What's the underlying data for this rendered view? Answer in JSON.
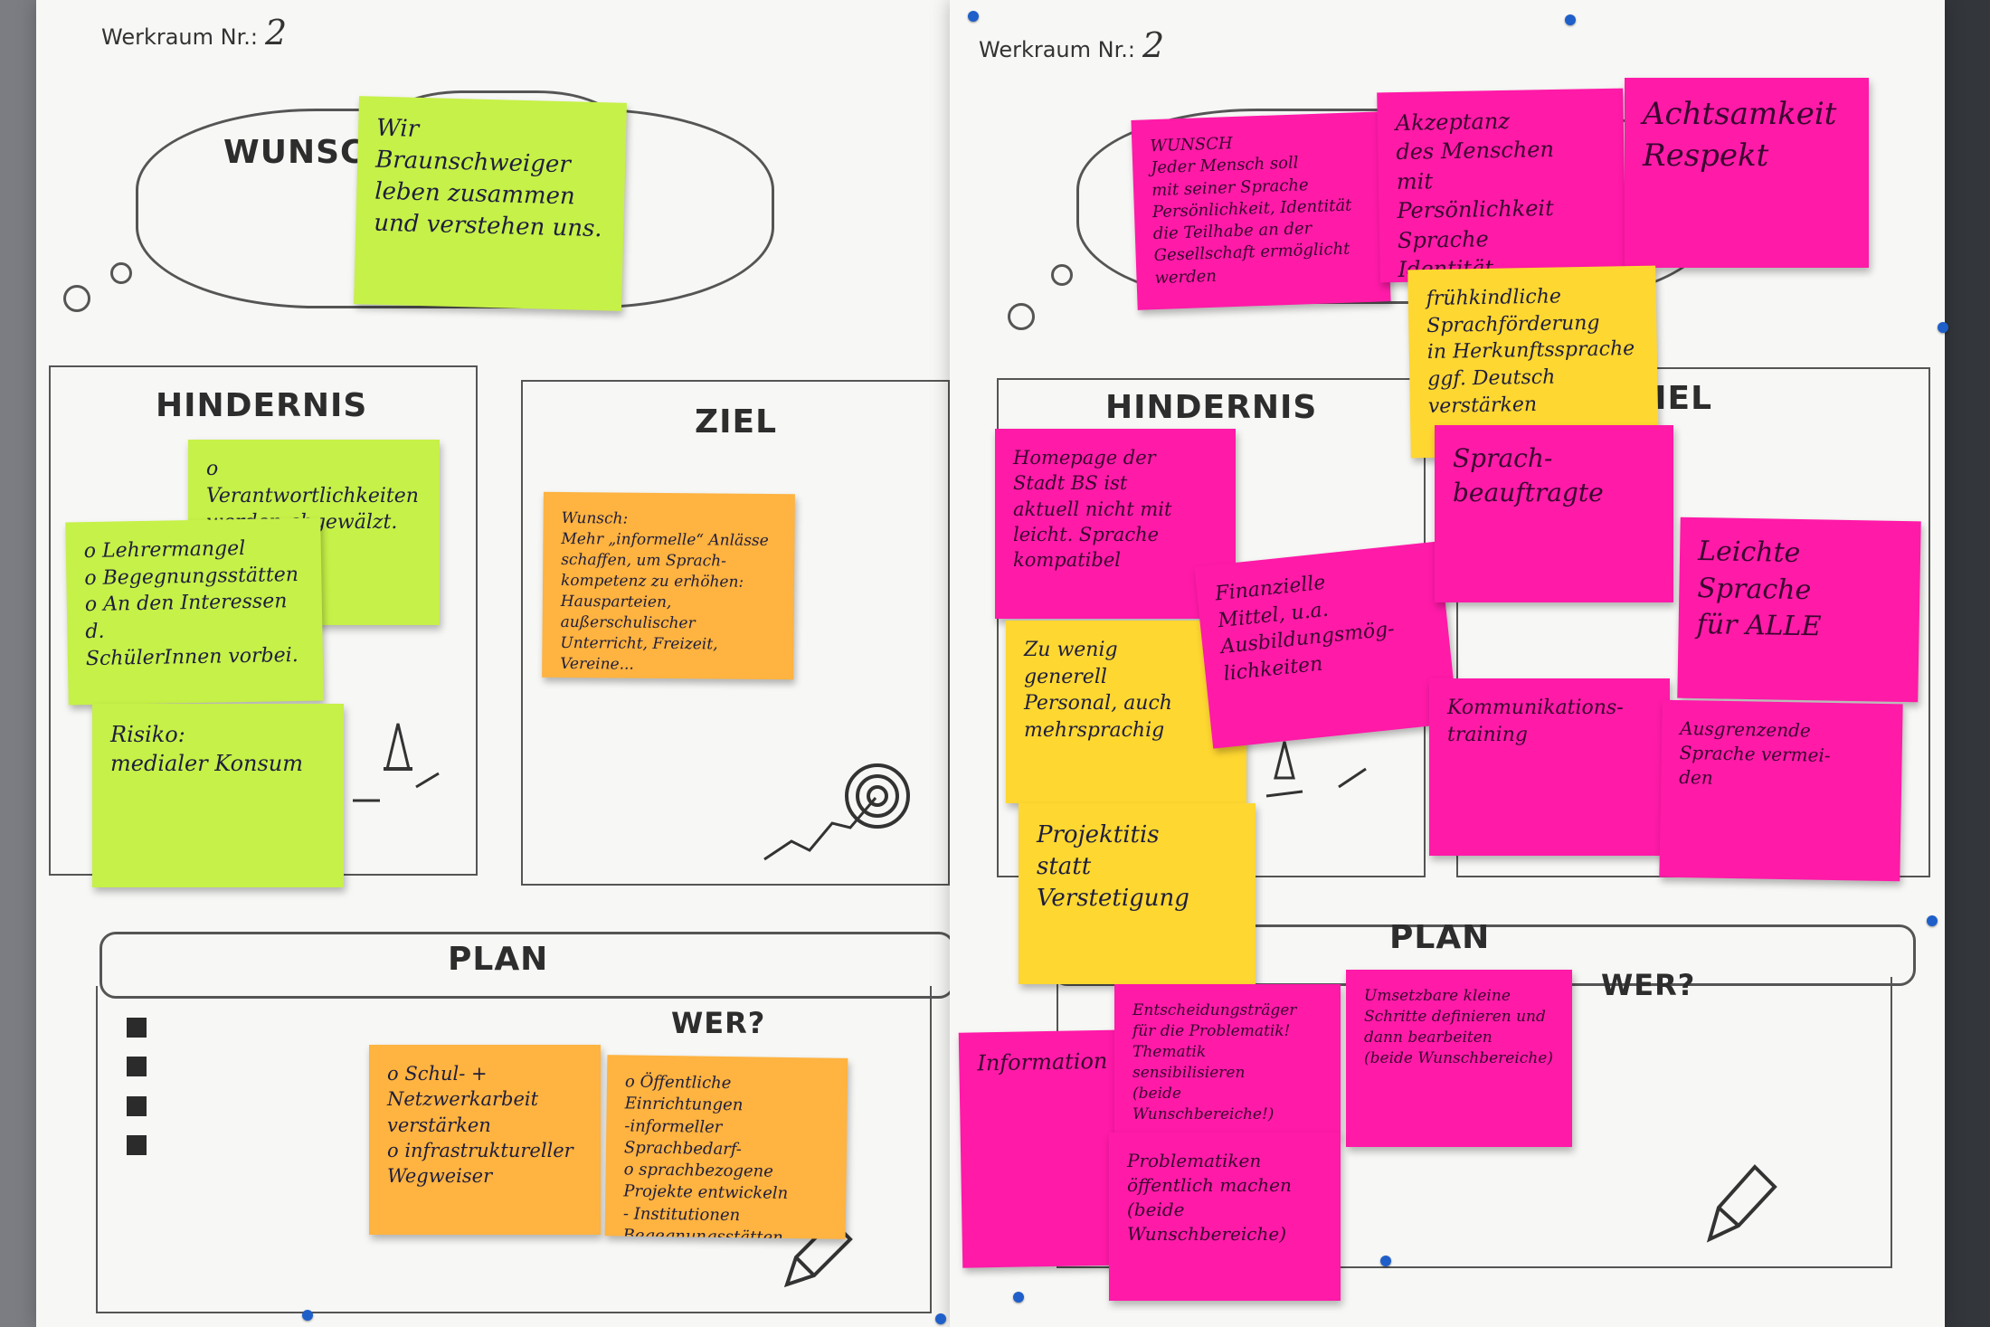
{
  "left_poster": {
    "werkraum_label": "Werkraum Nr.:",
    "werkraum_number": "2",
    "headings": {
      "wunsch": "WUNSCH",
      "hindernis": "HINDERNIS",
      "ziel": "ZIEL",
      "plan": "PLAN",
      "wer": "WER?"
    },
    "notes": {
      "wunsch": "Wir Braunschweiger\nleben zusammen\nund verstehen uns.",
      "hindernis_1": "o Verantwortlichkeiten\nwerden abgewälzt.",
      "hindernis_2": "o Lehrermangel\no Begegnungsstätten\no An den Interessen d.\nSchülerInnen vorbei.",
      "hindernis_3": "Risiko:\nmedialer Konsum",
      "ziel_1": "Wunsch:\nMehr „informelle“ Anlässe\nschaffen, um Sprach-\nkompetenz zu erhöhen:\nHausparteien, außerschulischer\nUnterricht, Freizeit, Vereine...",
      "plan_1": "o Schul- +\nNetzwerkarbeit\nverstärken\no infrastruktureller\nWegweiser",
      "plan_2": "o Öffentliche\nEinrichtungen\n-informeller Sprachbedarf-\no sprachbezogene\nProjekte entwickeln\n- Institutionen\nBegegnungsstätten"
    }
  },
  "right_poster": {
    "werkraum_label": "Werkraum Nr.:",
    "werkraum_number": "2",
    "headings": {
      "hindernis": "HINDERNIS",
      "ziel": "ZIEL",
      "plan": "PLAN",
      "wer": "WER?"
    },
    "notes": {
      "wunsch_1": "WUNSCH\nJeder Mensch soll\nmit seiner Sprache\nPersönlichkeit, Identität\ndie Teilhabe an der\nGesellschaft ermöglicht werden",
      "wunsch_2": "Akzeptanz\ndes Menschen\nmit\nPersönlichkeit\nSprache\nIdentität",
      "wunsch_3": "Achtsamkeit\nRespekt",
      "wunsch_4": "frühkindliche\nSprachförderung\nin Herkunftssprache\nggf. Deutsch\nverstärken",
      "hindernis_1": "Homepage der\nStadt BS ist\naktuell nicht mit\nleicht. Sprache\nkompatibel",
      "hindernis_2": "Zu wenig\ngenerell\nPersonal, auch\nmehrsprachig",
      "hindernis_3": "Finanzielle\nMittel, u.a.\nAusbildungsmög-\nlichkeiten",
      "hindernis_4": "Projektitis\nstatt\nVerstetigung",
      "ziel_1": "Sprach-\nbeauftragte",
      "ziel_2": "Leichte\nSprache\nfür ALLE",
      "ziel_3": "Kommunikations-\ntraining",
      "ziel_4": "Ausgrenzende\nSprache vermei-\nden",
      "plan_1": "Information",
      "plan_2": "Entscheidungsträger\nfür die Problematik!\nThematik sensibilisieren\n(beide Wunschbereiche!)",
      "plan_3": "Umsetzbare kleine\nSchritte definieren und\ndann bearbeiten\n(beide Wunschbereiche)",
      "plan_4": "Problematiken\nöffentlich machen\n(beide Wunschbereiche)"
    }
  }
}
